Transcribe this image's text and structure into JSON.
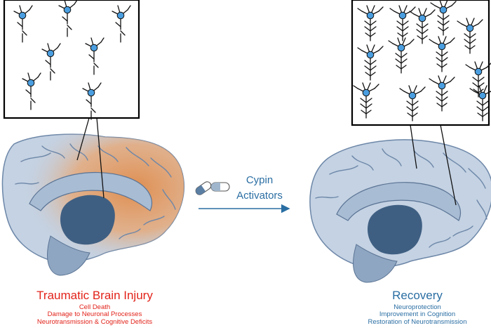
{
  "left_panel": {
    "title": "Traumatic Brain Injury",
    "lines": [
      "Cell Death",
      "Damage to Neuronal Processes",
      "Neurotransmission & Cognitive Deficits"
    ]
  },
  "treatment": {
    "label_line1": "Cypin",
    "label_line2": "Activators"
  },
  "right_panel": {
    "title": "Recovery",
    "lines": [
      "Neuroprotection",
      "Improvement in Cognition",
      "Restoration of Neurotransmission"
    ]
  },
  "colors": {
    "injury_red": "#e2231a",
    "recovery_blue": "#2a6ea3",
    "neuron_body": "#4a9ee0",
    "brain_fill": "#c4d2e3",
    "brain_dark": "#3f5f82",
    "inflammation_orange": "#e89a5c"
  }
}
